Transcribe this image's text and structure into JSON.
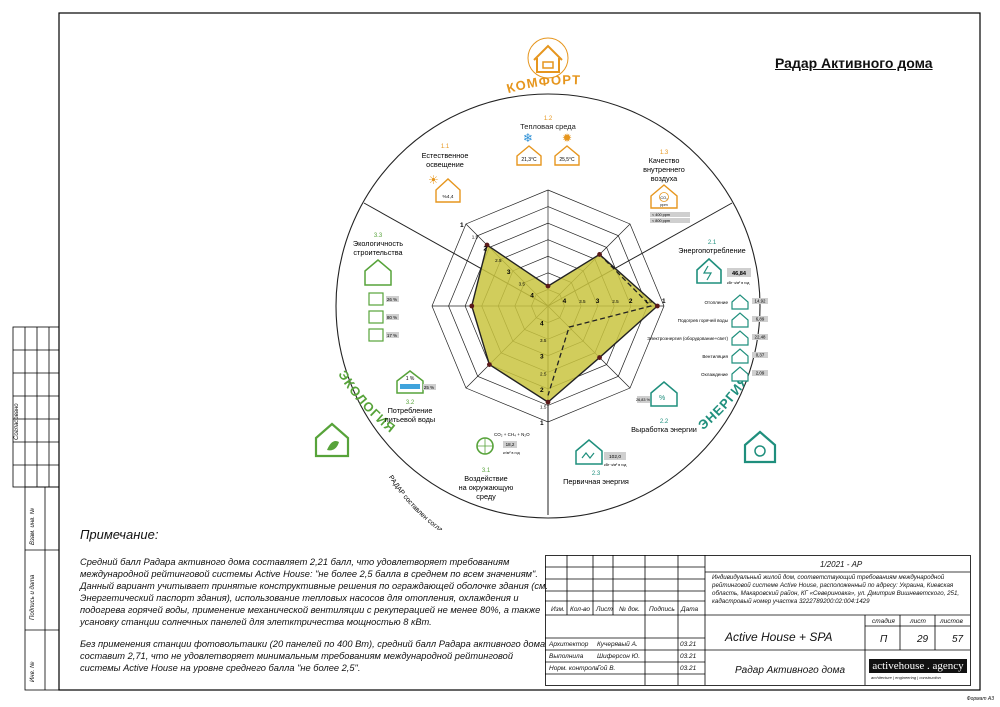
{
  "title": "Радар Активного дома",
  "categories": {
    "comfort": "КОМФОРТ",
    "energy": "ЭНЕРГИЯ",
    "ecology": "ЭКОЛОГИЯ"
  },
  "criteria": {
    "c11": {
      "num": "1.1",
      "name": [
        "Естественное",
        "освещение"
      ],
      "value": "%4,4"
    },
    "c12": {
      "num": "1.2",
      "name": [
        "Тепловая среда"
      ],
      "t_low": "21,3°C",
      "t_high": "25,5°C"
    },
    "c13": {
      "num": "1.3",
      "name": [
        "Качество",
        "внутреннего",
        "воздуха"
      ],
      "co2": "CO₂",
      "ppm": "ppm",
      "notes": [
        "< 400 ppm",
        "< 800 ppm"
      ]
    },
    "c21": {
      "num": "2.1",
      "name": [
        "Энергопотребление"
      ],
      "total": "46,84",
      "unit": "кВт·ч/м² в год",
      "items": [
        {
          "label": "Отопление",
          "value": "14,92"
        },
        {
          "label": "Подогрев горячей воды",
          "value": "6,89"
        },
        {
          "label": "Электроэнергия (оборудование+свет)",
          "value": "22,48"
        },
        {
          "label": "Вентиляция",
          "value": "0,37"
        },
        {
          "label": "Охлаждение",
          "value": "2,09"
        }
      ]
    },
    "c22": {
      "num": "2.2",
      "name": [
        "Выработка энергии"
      ],
      "value": "26,83 %"
    },
    "c23": {
      "num": "2.3",
      "name": [
        "Первичная энергия"
      ],
      "value": "102,0",
      "unit": "кВт·ч/м² в год"
    },
    "c31": {
      "num": "3.1",
      "name": [
        "Воздействие",
        "на окружающую",
        "среду"
      ],
      "value": "18,2",
      "unit": "кг/м² в год",
      "formula": "CO₂ + CH₄ + N₂O"
    },
    "c32": {
      "num": "3.2",
      "name": [
        "Потребление",
        "питьевой воды"
      ],
      "pct": "1 %",
      "value": "25 %"
    },
    "c33": {
      "num": "3.3",
      "name": [
        "Экологичность",
        "строительства"
      ],
      "values": [
        "26 %",
        "80 %",
        "17 %"
      ]
    }
  },
  "scale_labels": [
    "1",
    "1.5",
    "2",
    "2.5",
    "3",
    "3.5",
    "4"
  ],
  "radar_values": {
    "c12": 3.9,
    "c13": 2.3,
    "c21": 1.2,
    "c22": 2.3,
    "c23": 1.6,
    "c31": 2.0,
    "c32": 2.2,
    "c33": 1.9
  },
  "dashed_values": {
    "c13": 2.3,
    "c21": 1.4,
    "c22": 3.6,
    "c23": 1.8
  },
  "footer_text": "РАДАР составлен согласно Спецификации Альянса Активного дома (Брюссель) для жилых зданий",
  "note": {
    "title": "Примечание:",
    "p1": "Средний балл Радара активного дома составляет 2,21 балл, что удовлетворяет требованиям международной рейтинговой системы Active House: \"не более 2,5 балла в среднем по всем значениям\". Данный вариант учитывает принятые конструктивные решения по ограждающей оболочке здания (см. Энергетический паспорт здания), использование тепловых насосов для отопления, охлаждения и подогрева горячей воды, применение механической вентиляции с рекуперацией не менее 80%, а также усановку станции солнечных панелей для элетктричества мощностью 8 кВт.",
    "p2": "Без применения станции фотовольтаики (20 панелей по 400 Вт), средний балл Радара активного дома составит 2,71, что не удовлетворяет минимальным требованиям международной рейтинговой системы Active House на уровне среднего балла \"не более 2,5\"."
  },
  "stamp": {
    "code": "1/2021 - АР",
    "description": "Индивидуальный жилой дом, соответствующий требованиям международной рейтинговой системе Active House, расположенный по адресу: Украина, Киевская область, Макаровский район, КГ «Севериновка», ул. Дмитрия Вишневетского, 251, кадастровый номер участка 3222789200:02:004:1429",
    "headers": [
      "Изм.",
      "Кол-во",
      "Лист",
      "№ док.",
      "Подпись",
      "Дата"
    ],
    "rows": [
      {
        "role": "Архитектор",
        "name": "Кучерявый А.",
        "date": "03.21"
      },
      {
        "role": "Выполнила",
        "name": "Шиферсон Ю.",
        "date": "03.21"
      },
      {
        "role": "Норм. контроль",
        "name": "Гой В.",
        "date": "03.21"
      }
    ],
    "project": "Active House + SPA",
    "stage_label": "стадия",
    "sheet_label": "лист",
    "sheets_label": "листов",
    "stage": "П",
    "sheet": "29",
    "sheets": "57",
    "drawing_name": "Радар Активного дома",
    "brand": "activehouse . agency",
    "brand_sub": "architecture | engineering | construction",
    "format": "Формат А3"
  },
  "side": {
    "agreed": "Согласовано",
    "inv_replace": "Взам. инв. №",
    "sign_date": "Подпись и дата",
    "inv_orig": "Инв. №"
  },
  "colors": {
    "comfort": "#e6961e",
    "energy": "#1f8f7d",
    "ecology": "#57a33a",
    "fill": "#c6bf46"
  }
}
